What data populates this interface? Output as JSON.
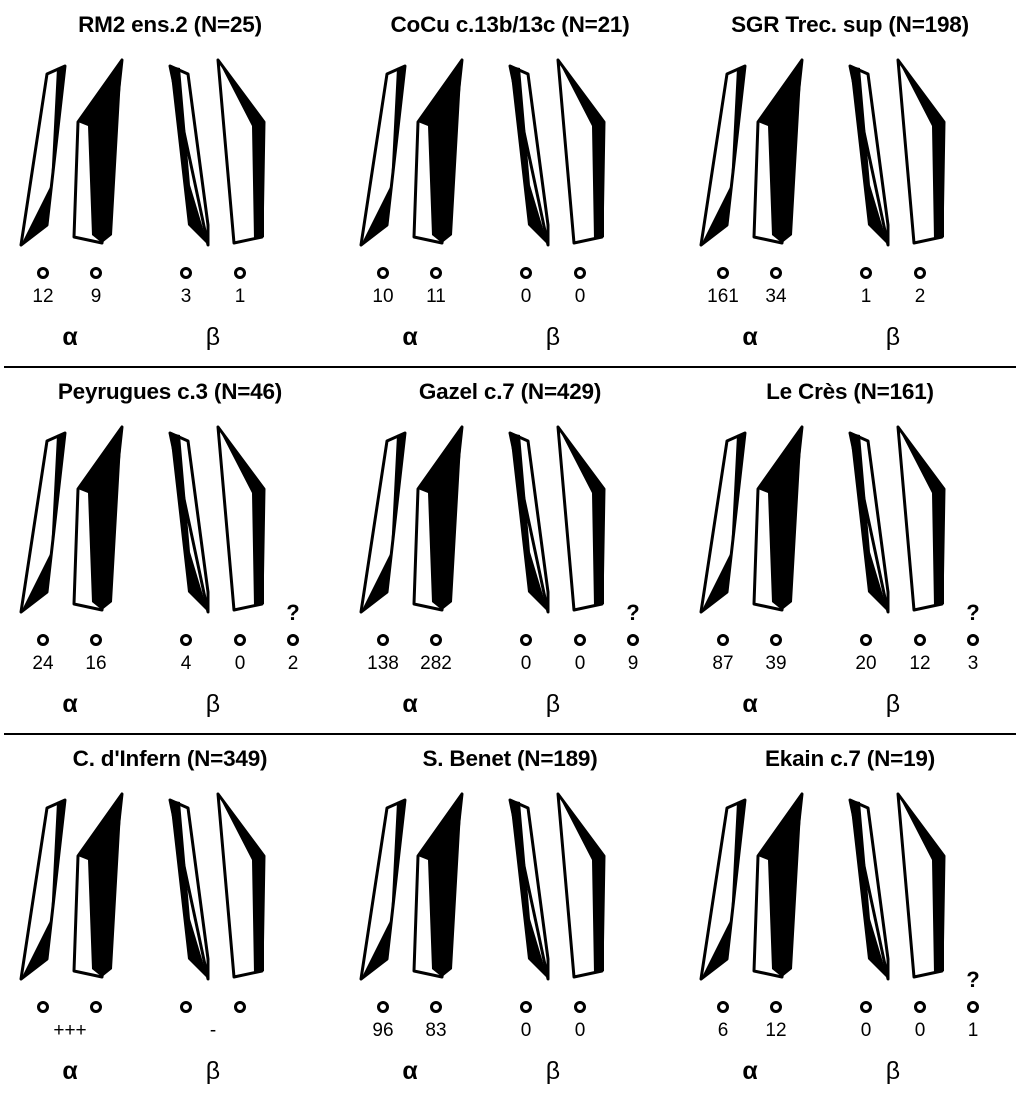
{
  "panels": [
    {
      "title": "RM2 ens.2 (N=25)",
      "counts": [
        "12",
        "9",
        "3",
        "1"
      ],
      "unknown": null,
      "count_layout": "cols"
    },
    {
      "title": "CoCu c.13b/13c (N=21)",
      "counts": [
        "10",
        "11",
        "0",
        "0"
      ],
      "unknown": null,
      "count_layout": "cols"
    },
    {
      "title": "SGR Trec. sup (N=198)",
      "counts": [
        "161",
        "34",
        "1",
        "2"
      ],
      "unknown": null,
      "count_layout": "cols"
    },
    {
      "title": "Peyrugues c.3 (N=46)",
      "counts": [
        "24",
        "16",
        "4",
        "0"
      ],
      "unknown": "2",
      "count_layout": "cols"
    },
    {
      "title": "Gazel c.7 (N=429)",
      "counts": [
        "138",
        "282",
        "0",
        "0"
      ],
      "unknown": "9",
      "count_layout": "cols"
    },
    {
      "title": "Le Crès (N=161)",
      "counts": [
        "87",
        "39",
        "20",
        "12"
      ],
      "unknown": "3",
      "count_layout": "cols"
    },
    {
      "title": "C. d'Infern (N=349)",
      "counts": [
        "+++",
        "-"
      ],
      "unknown": null,
      "count_layout": "groups"
    },
    {
      "title": "S. Benet (N=189)",
      "counts": [
        "96",
        "83",
        "0",
        "0"
      ],
      "unknown": null,
      "count_layout": "cols"
    },
    {
      "title": "Ekain c.7 (N=19)",
      "counts": [
        "6",
        "12",
        "0",
        "0"
      ],
      "unknown": "1",
      "count_layout": "cols"
    }
  ],
  "group_labels": {
    "alpha": "α",
    "beta": "β"
  },
  "unknown_symbol": "?",
  "colors": {
    "ink": "#000000",
    "background": "#ffffff"
  }
}
